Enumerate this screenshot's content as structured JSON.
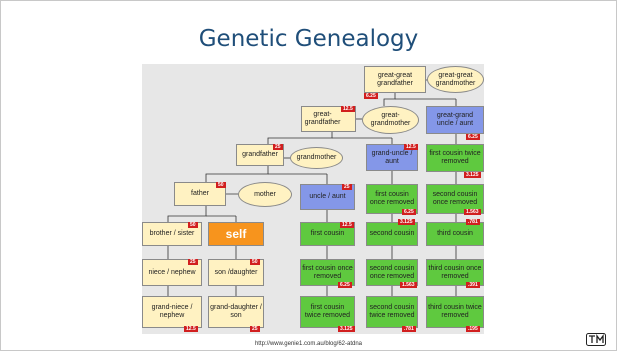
{
  "slide": {
    "title": "Genetic Genealogy",
    "url": "http://www.genie1.com.au/blog/62-atdna"
  },
  "nodes": {
    "gg_grandfather": {
      "label": "great-great grandfather",
      "value": "6.25"
    },
    "gg_grandmother": {
      "label": "great-great grandmother"
    },
    "g_grandfather": {
      "label": "great-grandfather",
      "value": "12.5"
    },
    "g_grandmother": {
      "label": "great-grandmother"
    },
    "gg_uncle": {
      "label": "great-grand uncle / aunt",
      "value": "6.25"
    },
    "grandfather": {
      "label": "grandfather",
      "value": "25"
    },
    "grandmother": {
      "label": "grandmother"
    },
    "grand_uncle": {
      "label": "grand-uncle / aunt",
      "value": "12.5"
    },
    "fc_twice_up": {
      "label": "first cousin twice removed",
      "value": "3.125"
    },
    "father": {
      "label": "father",
      "value": "50"
    },
    "mother": {
      "label": "mother"
    },
    "uncle": {
      "label": "uncle / aunt",
      "value": "25"
    },
    "fc_once_up": {
      "label": "first cousin once removed",
      "value": "6.25"
    },
    "sc_once_up": {
      "label": "second cousin once removed",
      "value": "1.563"
    },
    "brother": {
      "label": "brother / sister",
      "value": "50"
    },
    "self": {
      "label": "self"
    },
    "first_cousin": {
      "label": "first cousin",
      "value": "12.5"
    },
    "second_cousin": {
      "label": "second cousin",
      "value": "3.125"
    },
    "third_cousin": {
      "label": "third cousin",
      "value": ".781"
    },
    "niece": {
      "label": "niece / nephew",
      "value": "25"
    },
    "son": {
      "label": "son /daughter",
      "value": "50"
    },
    "fc_once_down": {
      "label": "first cousin once removed",
      "value": "6.25"
    },
    "sc_once_down": {
      "label": "second cousin once removed",
      "value": "1.563"
    },
    "tc_once_down": {
      "label": "third cousin once removed",
      "value": ".391"
    },
    "grand_niece": {
      "label": "grand-niece / nephew",
      "value": "12.5"
    },
    "granddaughter": {
      "label": "grand-daughter / son",
      "value": "25"
    },
    "fc_twice_down": {
      "label": "first cousin twice removed",
      "value": "3.125"
    },
    "sc_twice_down": {
      "label": "second cousin twice removed",
      "value": ".781"
    },
    "tc_twice_down": {
      "label": "third cousin twice removed",
      "value": ".195"
    }
  },
  "colors": {
    "ancestor": "#fff2c2",
    "self": "#f7941d",
    "uncle_line": "#8497e8",
    "cousin": "#5fc93f",
    "tag": "#d11f1f",
    "title": "#1f4e79"
  }
}
